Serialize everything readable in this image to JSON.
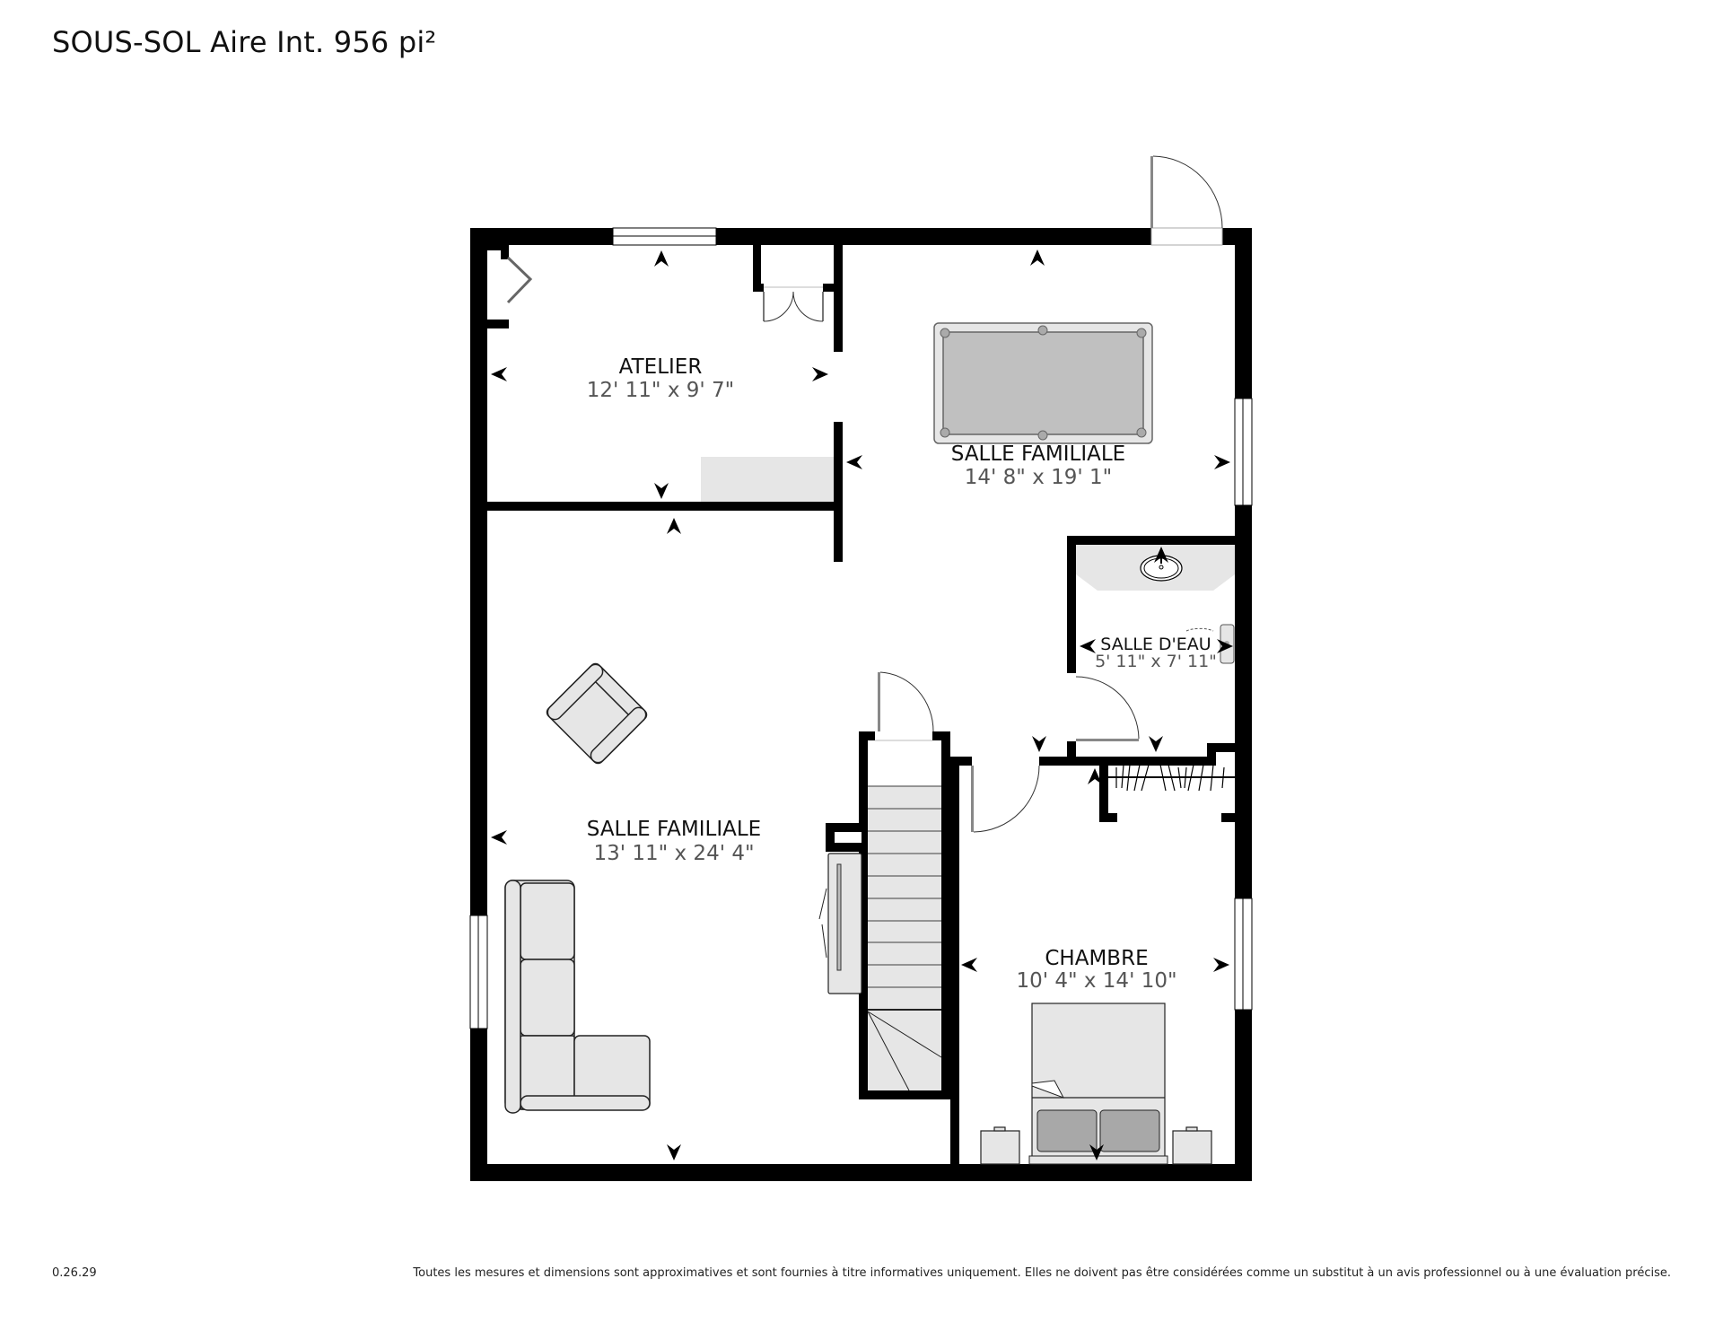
{
  "header": {
    "title": "SOUS-SOL Aire Int. 956 pi²"
  },
  "rooms": {
    "atelier": {
      "name": "ATELIER",
      "dimensions": "12' 11\" x 9' 7\""
    },
    "salle_familiale_upper": {
      "name": "SALLE FAMILIALE",
      "dimensions": "14' 8\" x 19' 1\""
    },
    "salle_deau": {
      "name": "SALLE D'EAU",
      "dimensions": "5' 11\" x 7' 11\""
    },
    "salle_familiale_lower": {
      "name": "SALLE FAMILIALE",
      "dimensions": "13' 11\" x 24' 4\""
    },
    "chambre": {
      "name": "CHAMBRE",
      "dimensions": "10' 4\" x 14' 10\""
    }
  },
  "furniture": {
    "pool_table": "pool-table",
    "armchair": "armchair",
    "sectional_sofa": "sectional-sofa",
    "tv_console": "tv-console",
    "bed": "bed",
    "nightstands": 2,
    "sink": "sink",
    "toilet": "toilet",
    "staircase": "staircase",
    "closet_rod": "closet-rod"
  },
  "colors": {
    "wall": "#000000",
    "furniture_fill": "#e6e6e6",
    "pool_felt": "#c0c0c0",
    "pillow": "#a8a8a8",
    "dim_text": "#555555"
  },
  "footer": {
    "version": "0.26.29",
    "disclaimer": "Toutes les mesures et dimensions sont approximatives et sont fournies à titre informatives uniquement. Elles ne doivent pas être considérées comme un substitut à un avis professionnel ou à une évaluation précise."
  }
}
